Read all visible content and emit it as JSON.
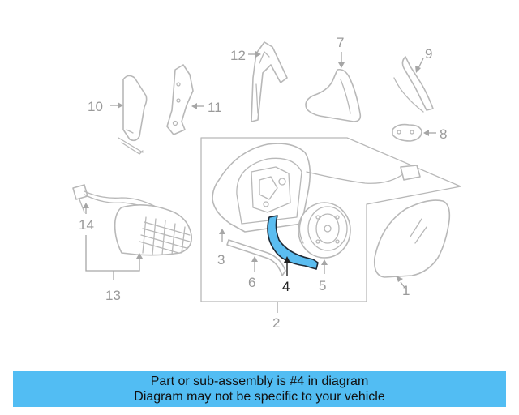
{
  "diagram": {
    "callouts": {
      "c1": "1",
      "c2": "2",
      "c3": "3",
      "c4": "4",
      "c5": "5",
      "c6": "6",
      "c7": "7",
      "c8": "8",
      "c9": "9",
      "c10": "10",
      "c11": "11",
      "c12": "12",
      "c13": "13",
      "c14": "14"
    },
    "highlight_part": "4",
    "colors": {
      "highlight": "#5bbdf0",
      "part_outline": "#b8b8b8",
      "banner": "#52bdf3"
    }
  },
  "banner": {
    "line1": "Part or sub-assembly is #4 in diagram",
    "line2": "Diagram may not be specific to your vehicle"
  }
}
